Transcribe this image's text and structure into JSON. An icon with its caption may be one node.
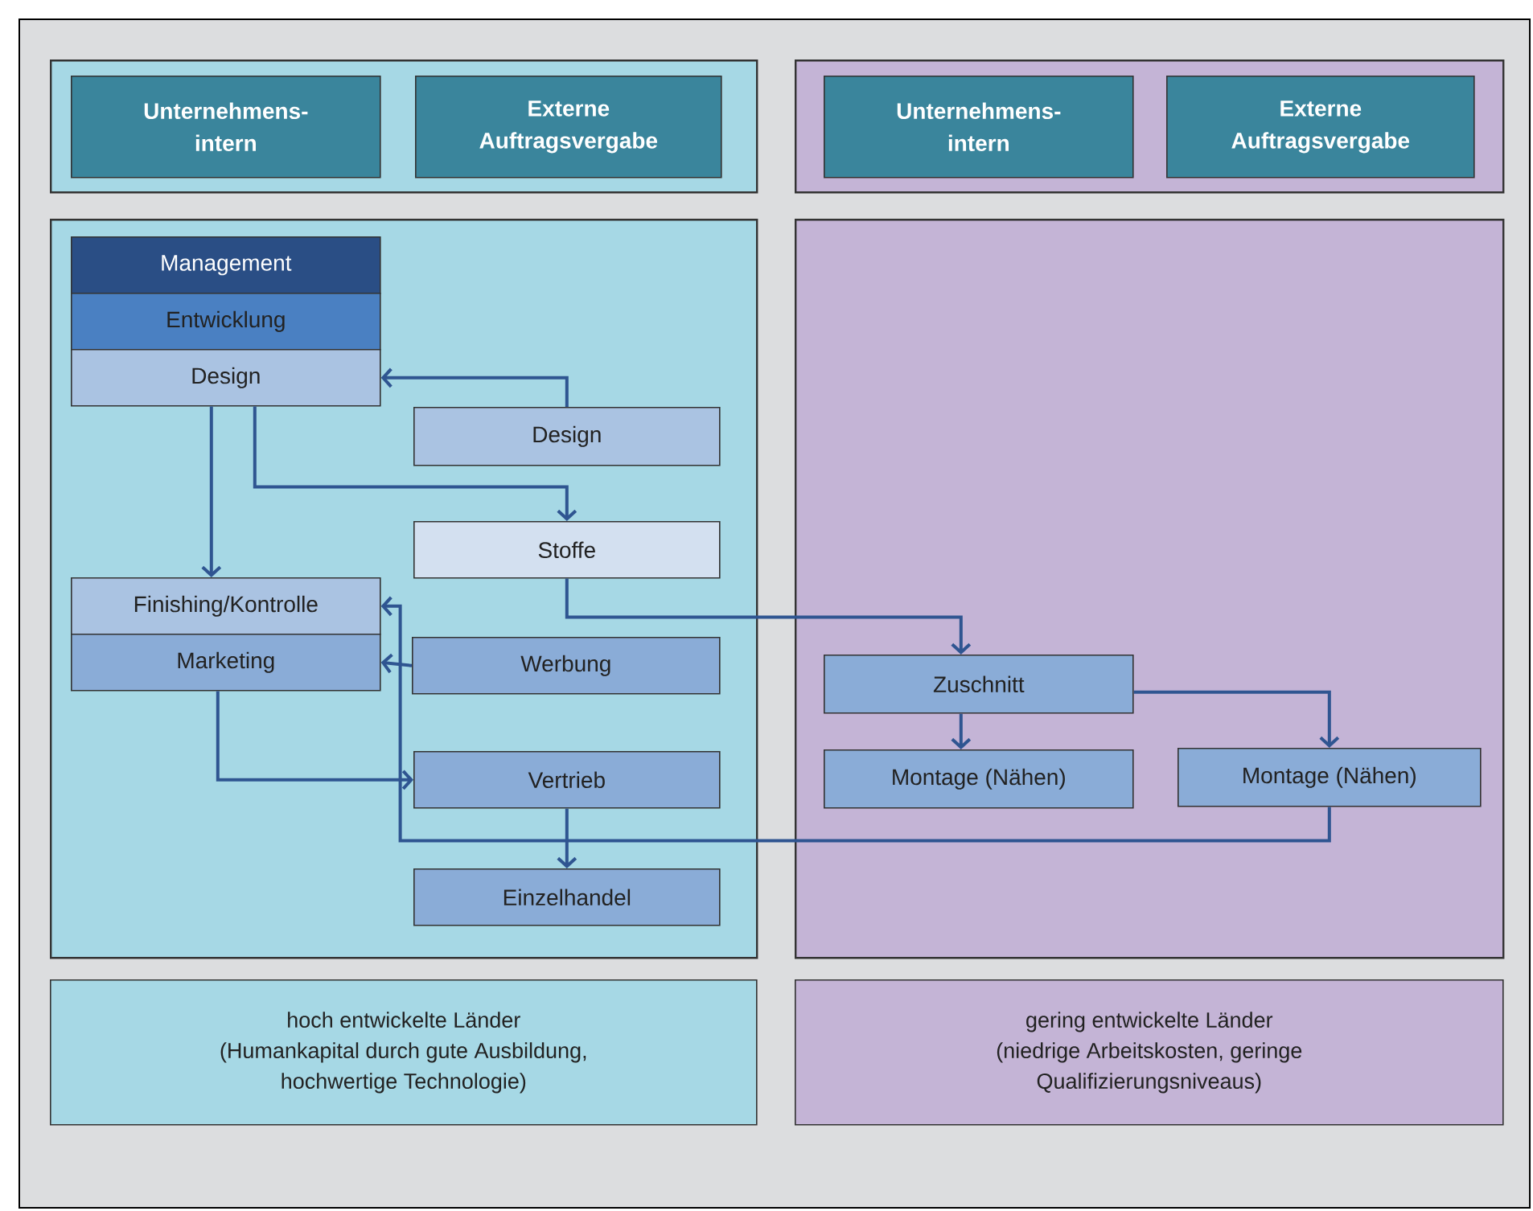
{
  "diagram": {
    "nodes": [
      {
        "text": [],
        "shape": "box"
      },
      {
        "text": [
          "Unternehmens- intern"
        ],
        "in": 0
      },
      {
        "text": [
          "Externe Auftragsvergabe"
        ],
        "in": 0
      },
      {
        "text": [],
        "shape": "box"
      },
      {
        "text": [
          "Unternehmens- intern"
        ],
        "in": 3
      },
      {
        "text": [
          "Externe Auftragsvergabe"
        ],
        "in": 3
      },
      {
        "text": [],
        "shape": "box"
      },
      {
        "text": [
          "Management"
        ],
        "in": 6
      },
      {
        "text": [
          "Entwicklung"
        ],
        "in": 6
      },
      {
        "text": [
          "Design"
        ],
        "in": 6
      },
      {
        "text": [
          "Design"
        ],
        "in": 6
      },
      {
        "text": [
          "Stoffe"
        ],
        "in": 6
      },
      {
        "text": [
          "Finishing/Kontrolle"
        ],
        "in": 6
      },
      {
        "text": [
          "Marketing"
        ],
        "in": 6
      },
      {
        "text": [
          "Werbung"
        ],
        "in": 6
      },
      {
        "text": [
          "Vertrieb"
        ],
        "in": 6
      },
      {
        "text": [
          "Einzelhandel"
        ],
        "in": 6
      },
      {
        "text": [],
        "shape": "box"
      },
      {
        "text": [
          "Zuschnitt"
        ],
        "in": 17
      },
      {
        "text": [
          "Montage (Nähen)"
        ],
        "in": 17
      },
      {
        "text": [
          "Montage (Nähen)"
        ],
        "in": 17
      },
      {
        "text": [
          "hoch entwickelte Länder",
          "(Humankapital durch gute Ausbildung, hochwertige Technologie)"
        ]
      },
      {
        "text": [
          "gering entwickelte Länder",
          "(niedrige Arbeitskosten, geringe Qualifizierungsniveaus)"
        ]
      }
    ],
    "edges": [
      {
        "from": 10,
        "to": 9,
        "arrow": "to"
      },
      {
        "from": 9,
        "to": 12,
        "arrow": "to"
      },
      {
        "from": 9,
        "to": 11,
        "arrow": "to"
      },
      {
        "from": 11,
        "to": 18,
        "arrow": "to"
      },
      {
        "from": 18,
        "to": 19,
        "arrow": "to"
      },
      {
        "from": 18,
        "to": 20,
        "arrow": "to"
      },
      {
        "from": 20,
        "to": 12,
        "arrow": "to"
      },
      {
        "from": 14,
        "to": 13,
        "arrow": "to"
      },
      {
        "from": 13,
        "to": 15,
        "arrow": "to"
      },
      {
        "from": 15,
        "to": 16,
        "arrow": "to"
      }
    ]
  }
}
